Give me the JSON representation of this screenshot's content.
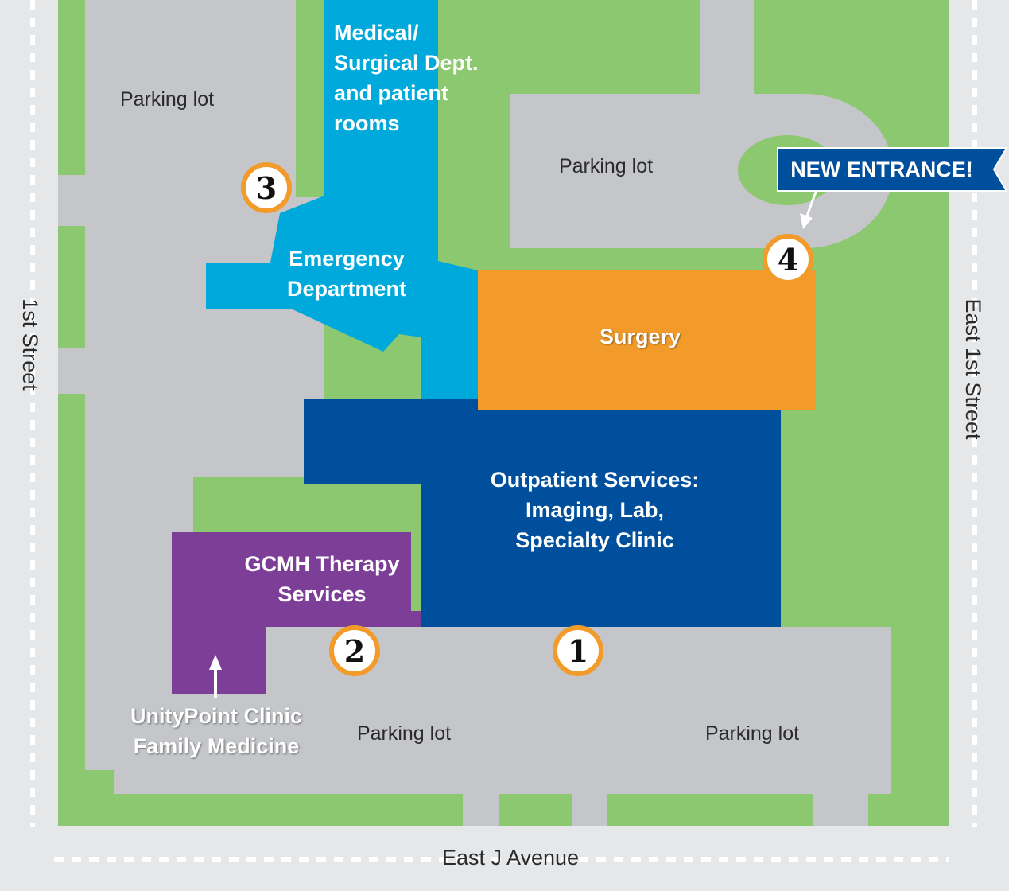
{
  "colors": {
    "green": "#8cc86f",
    "gray": "#c4c6c9",
    "road": "#e6e7e9",
    "medical_blue": "#00a9dc",
    "outpatient_navy": "#004f9c",
    "surgery_orange": "#f29b2a",
    "therapy_purple": "#7d3e97",
    "banner_navy": "#004f9c"
  },
  "map": {
    "buildings": {
      "medical": "Medical/\nSurgical Dept.\nand patient\nrooms",
      "emergency": "Emergency\nDepartment",
      "surgery": "Surgery",
      "outpatient": "Outpatient Services:\nImaging, Lab,\nSpecialty Clinic",
      "therapy": "GCMH Therapy\nServices",
      "clinic": "UnityPoint Clinic\nFamily Medicine"
    },
    "parking": {
      "top_left": "Parking lot",
      "top_right": "Parking lot",
      "bottom_left": "Parking lot",
      "bottom_right": "Parking lot"
    },
    "streets": {
      "west": "1st Street",
      "east": "East 1st Street",
      "south": "East J Avenue"
    },
    "entrances": [
      {
        "number": "1"
      },
      {
        "number": "2"
      },
      {
        "number": "3"
      },
      {
        "number": "4"
      }
    ],
    "banner": "NEW ENTRANCE!"
  }
}
